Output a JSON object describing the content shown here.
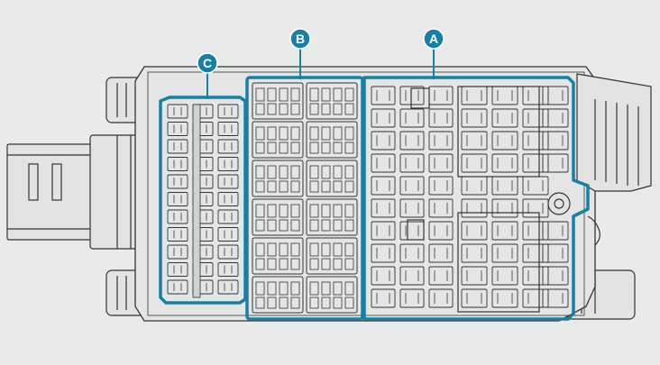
{
  "diagram": {
    "callouts": [
      {
        "id": "callout-a",
        "letter": "A"
      },
      {
        "id": "callout-b",
        "letter": "B"
      },
      {
        "id": "callout-c",
        "letter": "C"
      }
    ]
  },
  "colors": {
    "background": "#e9ebeb",
    "line_art": "#333333",
    "housing_fill": "#e2e4e4",
    "highlight": "#1a7fa0",
    "callout_fill": "#1a7fa0",
    "callout_text": "#ffffff"
  }
}
